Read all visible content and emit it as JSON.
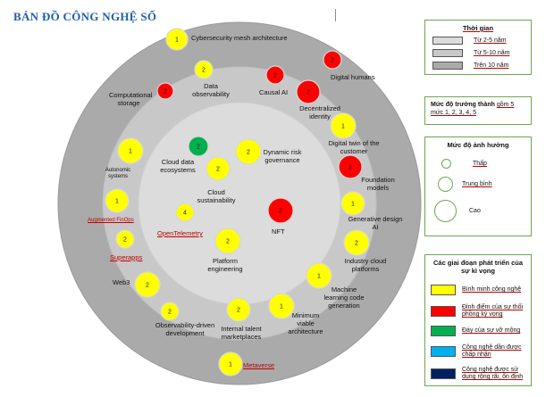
{
  "title": "BẢN ĐỒ CÔNG NGHỆ SỐ",
  "colors": {
    "outer_ring": "#aaaaaa",
    "middle_ring": "#c8c8c8",
    "inner_ring": "#dcdcdc",
    "yellow": "#ffff00",
    "red": "#ff0000",
    "green": "#00b050",
    "cyan": "#00b0f0",
    "navy": "#002060"
  },
  "technologies": [
    {
      "id": "cybersecurity",
      "label": "Cybersecurity mesh architecture",
      "number": "1",
      "color": "yellow"
    },
    {
      "id": "digital-humans",
      "label": "Digital humans",
      "number": "2",
      "color": "red"
    },
    {
      "id": "data-observability",
      "label": "Data observability",
      "number": "2",
      "color": "yellow"
    },
    {
      "id": "causal-ai",
      "label": "Causal AI",
      "number": "2",
      "color": "red"
    },
    {
      "id": "decentralized-identity",
      "label": "Decentralized identity",
      "number": "2",
      "color": "red"
    },
    {
      "id": "computational-storage",
      "label": "Computational storage",
      "number": "2",
      "color": "red"
    },
    {
      "id": "digital-twin-customer",
      "label": "Digital twin of the customer",
      "number": "1",
      "color": "yellow"
    },
    {
      "id": "cloud-data-ecosystems",
      "label": "Cloud data ecosystems",
      "number": "2",
      "color": "green"
    },
    {
      "id": "dynamic-risk-governance",
      "label": "Dynamic risk governance",
      "number": "2",
      "color": "yellow"
    },
    {
      "id": "foundation-models",
      "label": "Foundation models",
      "number": "2",
      "color": "red"
    },
    {
      "id": "autonomic-systems",
      "label": "Autonomic systems",
      "number": "1",
      "color": "yellow"
    },
    {
      "id": "cloud-sustainability",
      "label": "Cloud sustainability",
      "number": "2",
      "color": "yellow"
    },
    {
      "id": "augmented-finops",
      "label": "Augmented FinOps",
      "number": "1",
      "color": "yellow"
    },
    {
      "id": "generative-design-ai",
      "label": "Generative design AI",
      "number": "1",
      "color": "yellow"
    },
    {
      "id": "opentelemetry",
      "label": "OpenTelemetry",
      "number": "4",
      "color": "yellow"
    },
    {
      "id": "nft",
      "label": "NFT",
      "number": "2",
      "color": "red"
    },
    {
      "id": "superapps",
      "label": "Superapps",
      "number": "2",
      "color": "yellow"
    },
    {
      "id": "platform-engineering",
      "label": "Platform engineering",
      "number": "2",
      "color": "yellow"
    },
    {
      "id": "industry-cloud-platforms",
      "label": "Industry cloud platforms",
      "number": "2",
      "color": "yellow"
    },
    {
      "id": "web3",
      "label": "Web3",
      "number": "2",
      "color": "yellow"
    },
    {
      "id": "ml-code-generation",
      "label": "Machine learning code generation",
      "number": "1",
      "color": "yellow"
    },
    {
      "id": "observability-driven",
      "label": "Observability-driven development",
      "number": "2",
      "color": "yellow"
    },
    {
      "id": "internal-talent",
      "label": "Internal talent marketplaces",
      "number": "2",
      "color": "yellow"
    },
    {
      "id": "minimum-viable-arch",
      "label": "Minimum viable architecture",
      "number": "1",
      "color": "yellow"
    },
    {
      "id": "metaverse",
      "label": "Metaverse",
      "number": "1",
      "color": "yellow"
    }
  ],
  "legend_time": {
    "title": "Thời gian",
    "items": [
      {
        "label": "Từ 2-5 năm",
        "color": "#dcdcdc"
      },
      {
        "label": "Từ 5-10 năm",
        "color": "#c8c8c8"
      },
      {
        "label": "Trên 10 năm",
        "color": "#aaaaaa"
      }
    ]
  },
  "legend_maturity": {
    "title": "Mức độ trưởng thành",
    "text": "gồm 5 mức 1, 2, 3, 4, 5"
  },
  "legend_impact": {
    "title": "Mức độ ảnh hưởng",
    "items": [
      {
        "label": "Thấp"
      },
      {
        "label": "Trung bình"
      },
      {
        "label": "Cao"
      }
    ]
  },
  "legend_stages": {
    "title": "Các giai đoạn phát triển của sự kì vọng",
    "items": [
      {
        "label": "Bình minh công nghệ",
        "color": "#ffff00"
      },
      {
        "label": "Đỉnh điểm của sự thổi phồng kỳ vọng",
        "color": "#ff0000"
      },
      {
        "label": "Đáy của sự vỡ mộng",
        "color": "#00b050"
      },
      {
        "label": "Công nghệ dần được chấp nhận",
        "color": "#00b0f0"
      },
      {
        "label": "Công nghệ được sử dụng rộng rãi, ổn định",
        "color": "#002060"
      }
    ]
  }
}
